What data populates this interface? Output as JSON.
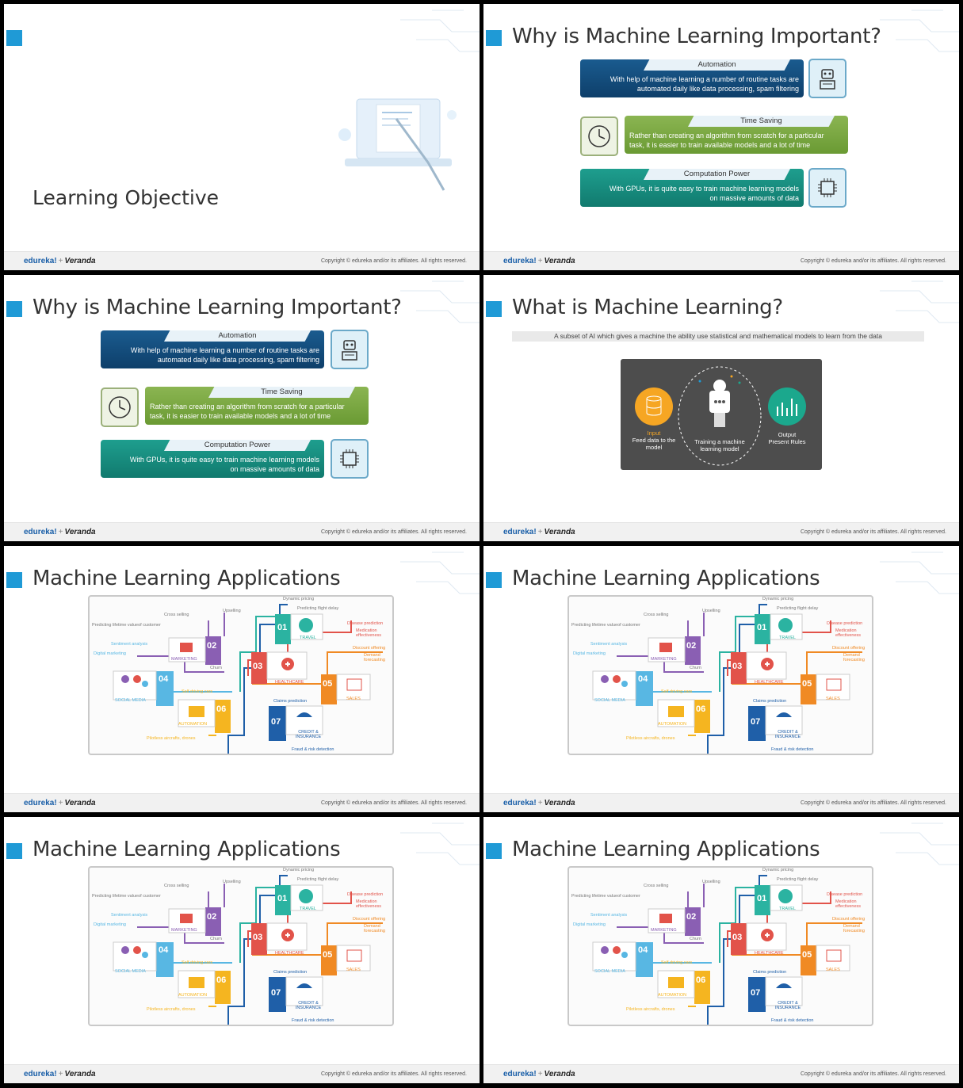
{
  "footer": {
    "brand": "edureka!",
    "partner": "Veranda",
    "copyright": "Copyright © edureka and/or its affiliates. All rights reserved."
  },
  "slide1": {
    "title": "Learning Objective"
  },
  "why": {
    "title": "Why is Machine Learning Important?",
    "cards": [
      {
        "label": "Automation",
        "text1": "With help of machine learning a number of routine tasks are",
        "text2": "automated daily like data processing, spam filtering"
      },
      {
        "label": "Time Saving",
        "text1": "Rather than creating an algorithm from scratch for a particular",
        "text2": "task, it is easier to train available models and a lot of time"
      },
      {
        "label": "Computation Power",
        "text1": "With GPUs, it is quite easy to train machine learning models",
        "text2": "on massive amounts of data"
      }
    ]
  },
  "what": {
    "title": "What is Machine Learning?",
    "subtitle": "A subset of AI which gives a machine the ability use statistical and mathematical models to learn from the data",
    "input_label": "Input",
    "input_text": "Feed data to the model",
    "train_text": "Training a machine learning model",
    "output_label": "Output",
    "output_text": "Present Rules"
  },
  "apps": {
    "title": "Machine Learning Applications",
    "categories": [
      {
        "num": "01",
        "name": "TRAVEL"
      },
      {
        "num": "02",
        "name": "MARKETING"
      },
      {
        "num": "03",
        "name": "HEALTHCARE"
      },
      {
        "num": "04",
        "name": "SOCIAL MEDIA"
      },
      {
        "num": "05",
        "name": "SALES"
      },
      {
        "num": "06",
        "name": "AUTOMATION"
      },
      {
        "num": "07",
        "name": "CREDIT & INSURANCE"
      }
    ],
    "labels": {
      "dynamic_pricing": "Dynamic pricing",
      "flight_delay": "Predicting flight delay",
      "cross_selling": "Cross selling",
      "upselling": "Upselling",
      "lifetime": "Predicting lifetime valueof customer",
      "disease": "Disease prediction",
      "medication": "Medication effectiveness",
      "sentiment": "Sentiment analysis",
      "digital": "Digital marketing",
      "churn": "Churn",
      "discount": "Discount offering",
      "demand": "Demand forecasting",
      "self_driving": "Self driving cars",
      "claims": "Claims prediction",
      "pilotless": "Pilotless aircrafts, drones",
      "fraud": "Fraud & risk detection"
    }
  },
  "colors": {
    "accent": "#1f9ad6",
    "travel": "#2bb3a1",
    "marketing": "#8a5fb3",
    "healthcare": "#e2534a",
    "social": "#58b7e3",
    "sales": "#f08a24",
    "automation": "#f5b520",
    "credit": "#1f5fa8"
  }
}
